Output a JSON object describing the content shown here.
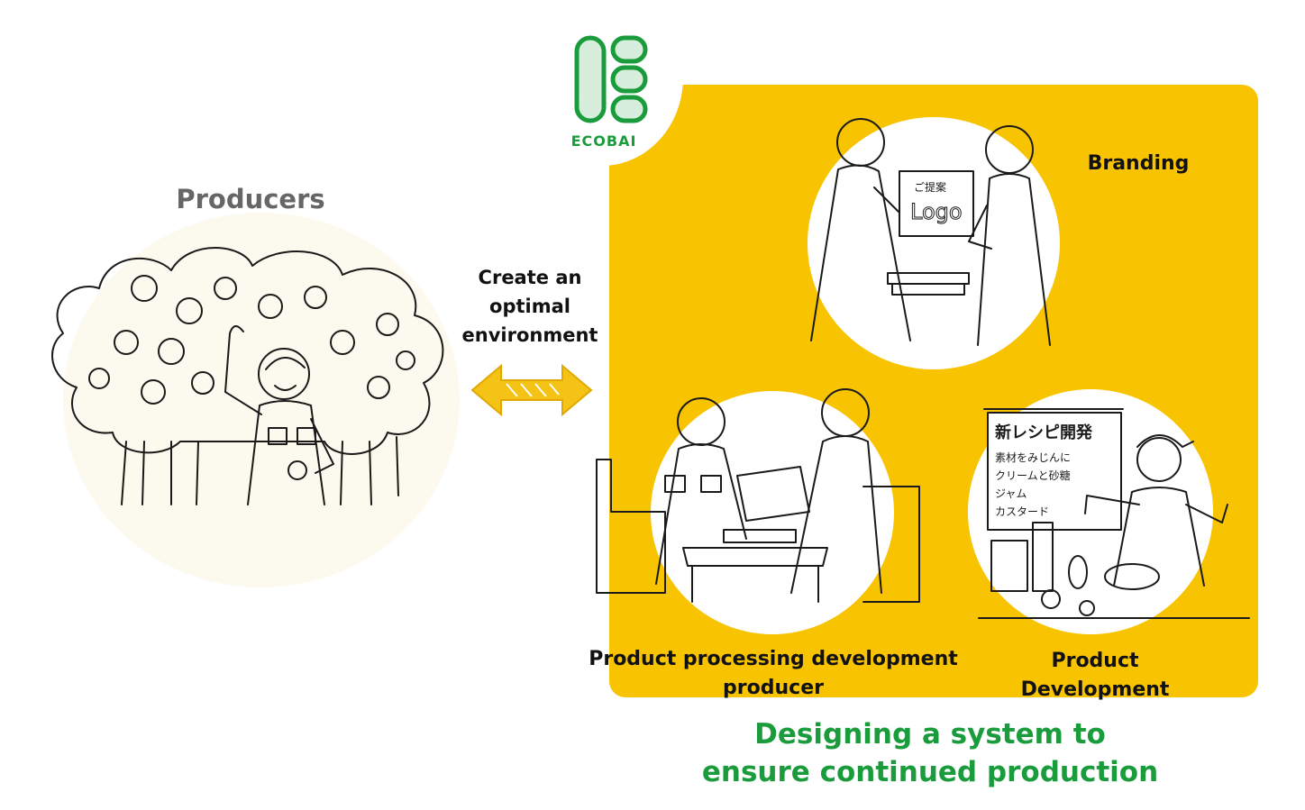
{
  "logo": {
    "text": "ECOBAI",
    "color": "#1a9b3c"
  },
  "producers": {
    "title": "Producers"
  },
  "arrow": {
    "caption_lines": [
      "Create an",
      "optimal",
      "environment"
    ],
    "color": "#f5c316"
  },
  "scenes": {
    "branding": {
      "label": "Branding",
      "sign_text": "ご提案",
      "sign_logo": "Logo"
    },
    "processing": {
      "label_lines": [
        "Product processing development",
        "producer"
      ]
    },
    "development": {
      "label_lines": [
        "Product",
        "Development"
      ],
      "board_lines": [
        "新レシピ開発",
        "素材をみじんに",
        "クリームと砂糖",
        "ジャム",
        "カスタード"
      ]
    }
  },
  "footer": {
    "lines": [
      "Designing a system to",
      "ensure continued production"
    ]
  },
  "colors": {
    "panel": "#f8c301",
    "accent_green": "#1a9b3c",
    "producers_bg": "#fcfaee"
  }
}
